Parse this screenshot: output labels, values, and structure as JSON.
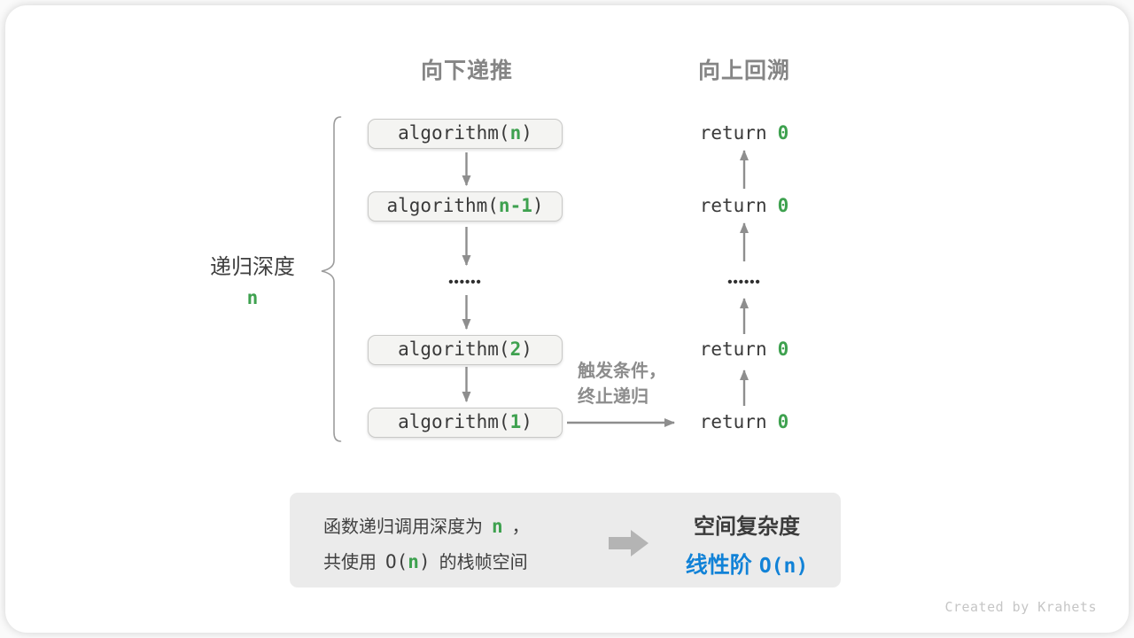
{
  "colors": {
    "green_accent": "#3EA14F",
    "blue_accent": "#1182D7",
    "header_gray": "#858585",
    "note_gray": "#8C8C8C",
    "dark_text": "#3F3F3F",
    "code_text": "#3A3A3A",
    "arrow_gray": "#8E8E8E",
    "box_fill": "#F4F4F2",
    "box_border": "#C9C9C7",
    "summary_bg": "#EBEBEB",
    "watermark_gray": "#C6C6C6"
  },
  "column_headers": {
    "left": "向下递推",
    "right": "向上回溯"
  },
  "depth_brace": {
    "label": "递归深度",
    "value": "n"
  },
  "call_boxes": [
    {
      "prefix": "algorithm(",
      "arg": "n",
      "suffix": ")"
    },
    {
      "prefix": "algorithm(",
      "arg": "n-1",
      "suffix": ")"
    },
    {
      "prefix": "algorithm(",
      "arg": "2",
      "suffix": ")"
    },
    {
      "prefix": "algorithm(",
      "arg": "1",
      "suffix": ")"
    }
  ],
  "ellipsis": {
    "left": "••••••",
    "right": "••••••"
  },
  "return_statements": [
    {
      "keyword": "return",
      "value": "0"
    },
    {
      "keyword": "return",
      "value": "0"
    },
    {
      "keyword": "return",
      "value": "0"
    },
    {
      "keyword": "return",
      "value": "0"
    }
  ],
  "trigger_note": {
    "line1": "触发条件，",
    "line2": "终止递归"
  },
  "summary": {
    "left_line1": {
      "prefix": "函数递归调用深度为",
      "var": "n",
      "comma": "，"
    },
    "left_line2": {
      "prefix": "共使用",
      "code_open": "O(",
      "var": "n",
      "code_close": ")",
      "suffix": "的栈帧空间"
    },
    "right_title": "空间复杂度",
    "right_value": {
      "label": "线性阶",
      "code": "O(n)"
    }
  },
  "icons": {
    "summary_arrow": "block-arrow-right"
  },
  "watermark": "Created by Krahets"
}
